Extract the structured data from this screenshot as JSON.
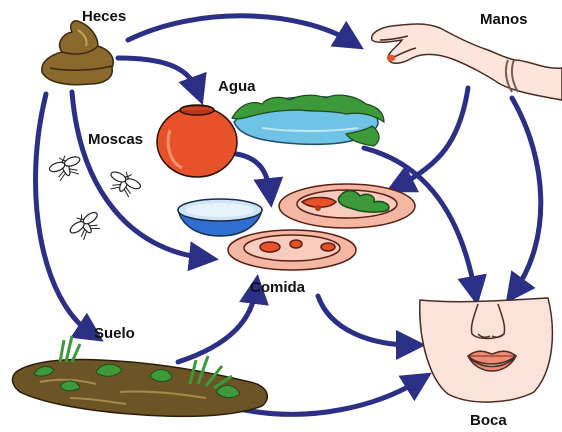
{
  "labels": {
    "heces": "Heces",
    "manos": "Manos",
    "agua": "Agua",
    "moscas": "Moscas",
    "comida": "Comida",
    "suelo": "Suelo",
    "boca": "Boca"
  },
  "colors": {
    "arrow": "#2b2f86",
    "feces": "#8a6a2c",
    "pot": "#e8522a",
    "water": "#6fc3e4",
    "grass": "#3c9a3a",
    "plate": "#f4b7a4",
    "soil": "#6b5426",
    "skin": "#fbe3dc",
    "lips": "#ef8a76"
  },
  "icons": {
    "feces": "feces-icon",
    "hand": "hand-icon",
    "pot": "clay-pot-icon",
    "pond": "pond-icon",
    "fly": "fly-icon",
    "bowl": "water-bowl-icon",
    "plate": "food-plate-icon",
    "soil": "soil-icon",
    "mouth": "mouth-icon"
  }
}
